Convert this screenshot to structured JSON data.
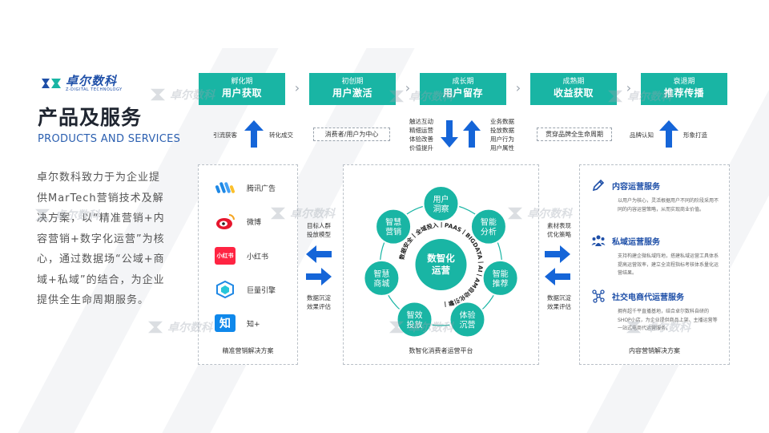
{
  "brand": {
    "name_cn": "卓尔数科",
    "name_en": "Z-DIGITAL TECHNOLOGY"
  },
  "title": "产品及服务",
  "subtitle": "PRODUCTS AND SERVICES",
  "intro": "卓尔数科致力于为企业提供MarTech营销技术及解决方案，以“精准营销+内容营销+数字化运营”为核心，通过数据场“公域+商域+私域”的结合，为企业提供全生命周期服务。",
  "phases": [
    {
      "stage": "孵化期",
      "name": "用户获取"
    },
    {
      "stage": "初创期",
      "name": "用户激活"
    },
    {
      "stage": "成长期",
      "name": "用户留存"
    },
    {
      "stage": "成熟期",
      "name": "收益获取"
    },
    {
      "stage": "衰退期",
      "name": "推荐传播"
    }
  ],
  "row2": {
    "acq_left": "引流获客",
    "acq_right": "转化成交",
    "activate_pill": "消费者/用户为中心",
    "retain_left": [
      "触达互动",
      "精细运营",
      "体验改善",
      "价值提升"
    ],
    "retain_right": [
      "业务数据",
      "投放数据",
      "用户行为",
      "用户属性"
    ],
    "revenue_pill": "贯穿品牌全生命周期",
    "spread_left": "品牌认知",
    "spread_right": "形象打造"
  },
  "left_panel": {
    "items": [
      "腾讯广告",
      "微博",
      "小红书",
      "巨量引擎",
      "知+"
    ],
    "xhs_badge": "小红书",
    "zhi_badge": "知",
    "caption": "精准营销解决方案"
  },
  "left_links": {
    "top": [
      "目标人群",
      "投放模型"
    ],
    "bottom": [
      "数据沉淀",
      "效果评估"
    ]
  },
  "center": {
    "core": [
      "数智化",
      "运营"
    ],
    "ring_text": "数据安全丨全域投入丨PAAS丨BIGDATA丨AI丨AM自动化引擎丨",
    "nodes": [
      {
        "line1": "用户",
        "line2": "洞察"
      },
      {
        "line1": "智能",
        "line2": "分析"
      },
      {
        "line1": "智能",
        "line2": "推荐"
      },
      {
        "line1": "体验",
        "line2": "沉营"
      },
      {
        "line1": "智效",
        "line2": "投放"
      },
      {
        "line1": "智慧",
        "line2": "商城"
      },
      {
        "line1": "智慧",
        "line2": "营销"
      }
    ],
    "caption": "数智化消费者运营平台"
  },
  "right_links": {
    "top": [
      "素材表现",
      "优化策略"
    ],
    "bottom": [
      "数据沉淀",
      "效果评估"
    ]
  },
  "right_panel": {
    "services": [
      {
        "title": "内容运营服务",
        "icon": "pen-icon",
        "desc": "以用户为核心，灵活根据用户不同的阶段采用不同的内容运营策略，从而实现商业价值。"
      },
      {
        "title": "私域运营服务",
        "icon": "people-icon",
        "desc": "支持构建企微私域阵地，搭建私域运营工具体系提高运营效率，建立全流程指标考核体系量化运营结果。"
      },
      {
        "title": "社交电商代运营服务",
        "icon": "network-icon",
        "desc": "拥有超千平直播基地，结合卓尔数科自研的SHOP小店，为企业提供商品上架、主播运营等一站式电商代运营服务。"
      }
    ],
    "caption": "内容营销解决方案"
  },
  "colors": {
    "teal": "#19b5a4",
    "blue": "#1e4fa8",
    "arrow_blue": "#1565d8"
  }
}
